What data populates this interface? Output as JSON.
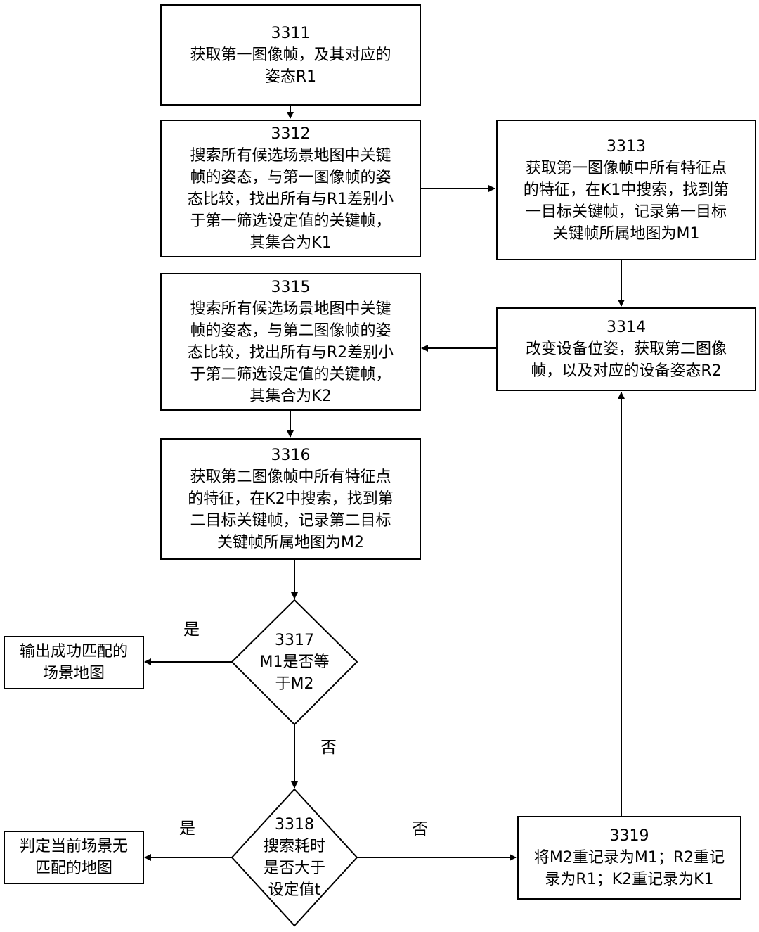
{
  "nodes": {
    "n3311": {
      "num": "3311",
      "text": "获取第一图像帧，及其对应的\n姿态R1"
    },
    "n3312": {
      "num": "3312",
      "text": "搜索所有候选场景地图中关键\n帧的姿态，与第一图像帧的姿\n态比较，找出所有与R1差别小\n于第一筛选设定值的关键帧，\n其集合为K1"
    },
    "n3313": {
      "num": "3313",
      "text": "获取第一图像帧中所有特征点\n的特征，在K1中搜索，找到第\n一目标关键帧，记录第一目标\n关键帧所属地图为M1"
    },
    "n3314": {
      "num": "3314",
      "text": "改变设备位姿，获取第二图像\n帧，以及对应的设备姿态R2"
    },
    "n3315": {
      "num": "3315",
      "text": "搜索所有候选场景地图中关键\n帧的姿态，与第二图像帧的姿\n态比较，找出所有与R2差别小\n于第二筛选设定值的关键帧，\n其集合为K2"
    },
    "n3316": {
      "num": "3316",
      "text": "获取第二图像帧中所有特征点\n的特征，在K2中搜索，找到第\n二目标关键帧，记录第二目标\n关键帧所属地图为M2"
    },
    "n3317": {
      "num": "3317",
      "text": "M1是否等\n于M2"
    },
    "n3318": {
      "num": "3318",
      "text": "搜索耗时\n是否大于\n设定值t"
    },
    "n3319": {
      "num": "3319",
      "text": "将M2重记录为M1；R2重记\n录为R1；K2重记录为K1"
    },
    "success": {
      "text": "输出成功匹配的\n场景地图"
    },
    "nomatch": {
      "text": "判定当前场景无\n匹配的地图"
    }
  },
  "edge_labels": {
    "yes_3317": "是",
    "no_3317": "否",
    "yes_3318": "是",
    "no_3318": "否"
  }
}
